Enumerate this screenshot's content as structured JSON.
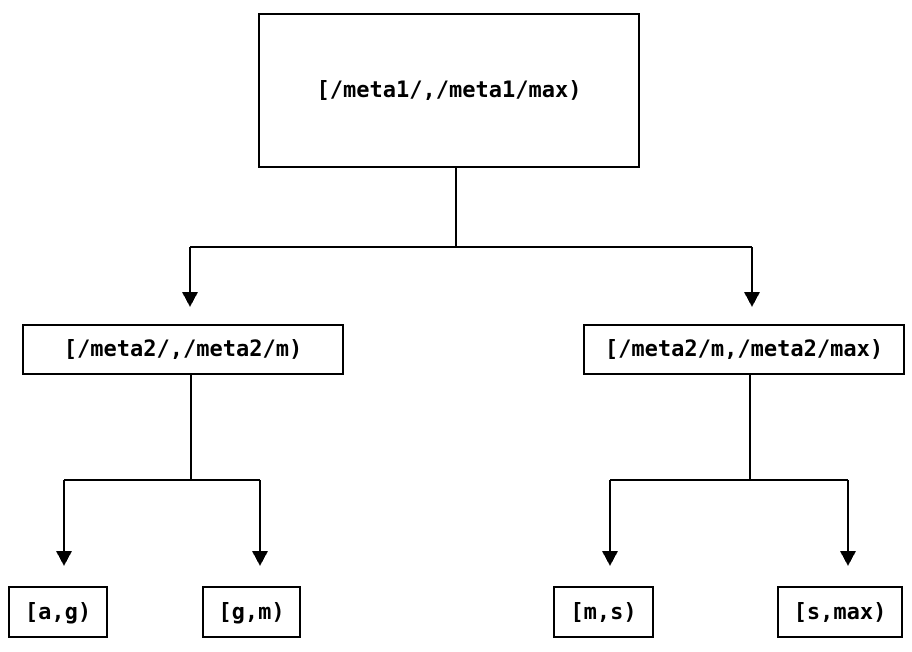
{
  "diagram": {
    "type": "tree",
    "background_color": "#ffffff",
    "line_color": "#000000",
    "text_color": "#000000",
    "box_border_color": "#000000",
    "nodes": {
      "root": {
        "label": "[/meta1/,/meta1/max)"
      },
      "left": {
        "label": "[/meta2/,/meta2/m)"
      },
      "right": {
        "label": "[/meta2/m,/meta2/max)"
      },
      "left_left": {
        "label": "[a,g)"
      },
      "left_right": {
        "label": "[g,m)"
      },
      "right_left": {
        "label": "[m,s)"
      },
      "right_right": {
        "label": "[s,max)"
      }
    },
    "edges": [
      {
        "from": "root",
        "to": "left"
      },
      {
        "from": "root",
        "to": "right"
      },
      {
        "from": "left",
        "to": "left_left"
      },
      {
        "from": "left",
        "to": "left_right"
      },
      {
        "from": "right",
        "to": "right_left"
      },
      {
        "from": "right",
        "to": "right_right"
      }
    ]
  }
}
